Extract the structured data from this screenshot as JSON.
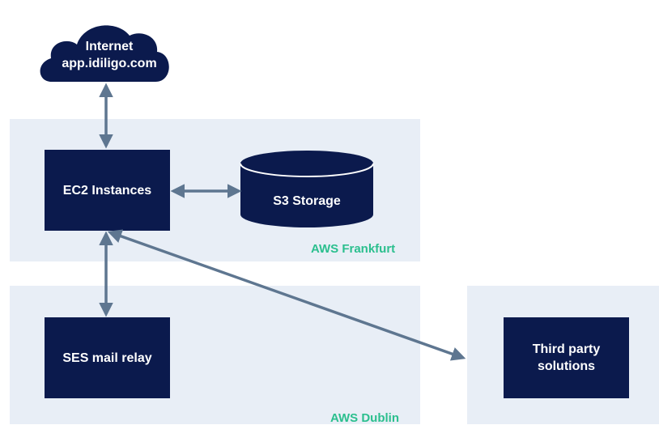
{
  "colors": {
    "node_fill": "#0b1a4d",
    "arrow": "#5e7690",
    "region_fill": "#e8eef6",
    "region_label": "#2bbf8e"
  },
  "diagram": {
    "internet": {
      "icon": "cloud-icon",
      "text": "Internet\napp.idiligo.com"
    },
    "ec2": {
      "label": "EC2 Instances"
    },
    "s3": {
      "icon": "database-cylinder-icon",
      "label": "S3 Storage"
    },
    "ses": {
      "label": "SES mail relay"
    },
    "third_party": {
      "label": "Third party\nsolutions"
    },
    "regions": {
      "frankfurt": {
        "label": "AWS Frankfurt"
      },
      "dublin": {
        "label": "AWS Dublin"
      }
    }
  }
}
